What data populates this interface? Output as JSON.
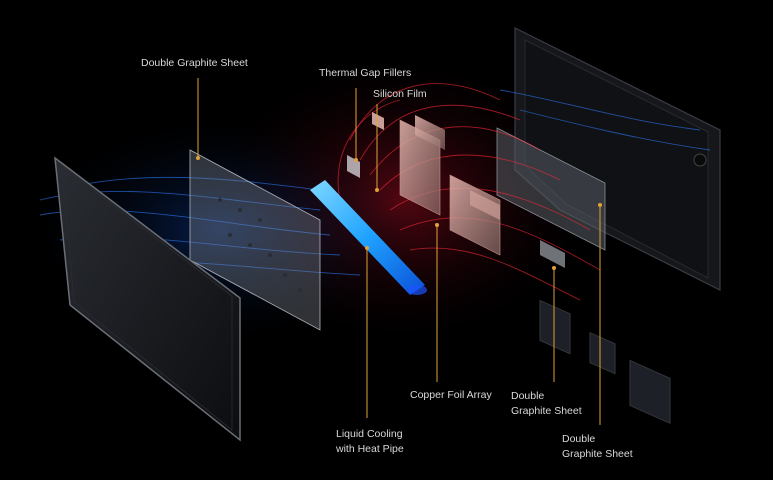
{
  "labels": {
    "double_graphite_sheet_top": "Double Graphite Sheet",
    "thermal_gap_fillers": "Thermal Gap Fillers",
    "silicon_film": "Silicon Film",
    "copper_foil_array": "Copper Foil Array",
    "liquid_cooling_line1": "Liquid Cooling",
    "liquid_cooling_line2": "with Heat Pipe",
    "double_graphite_sheet_mid_line1": "Double",
    "double_graphite_sheet_mid_line2": "Graphite Sheet",
    "double_graphite_sheet_right_line1": "Double",
    "double_graphite_sheet_right_line2": "Graphite Sheet"
  },
  "colors": {
    "background": "#000000",
    "leader_line": "#e0a13a",
    "cool_flow": "#2f7dff",
    "hot_flow": "#ff2a3a",
    "heat_pipe": "#1fa2ff"
  }
}
